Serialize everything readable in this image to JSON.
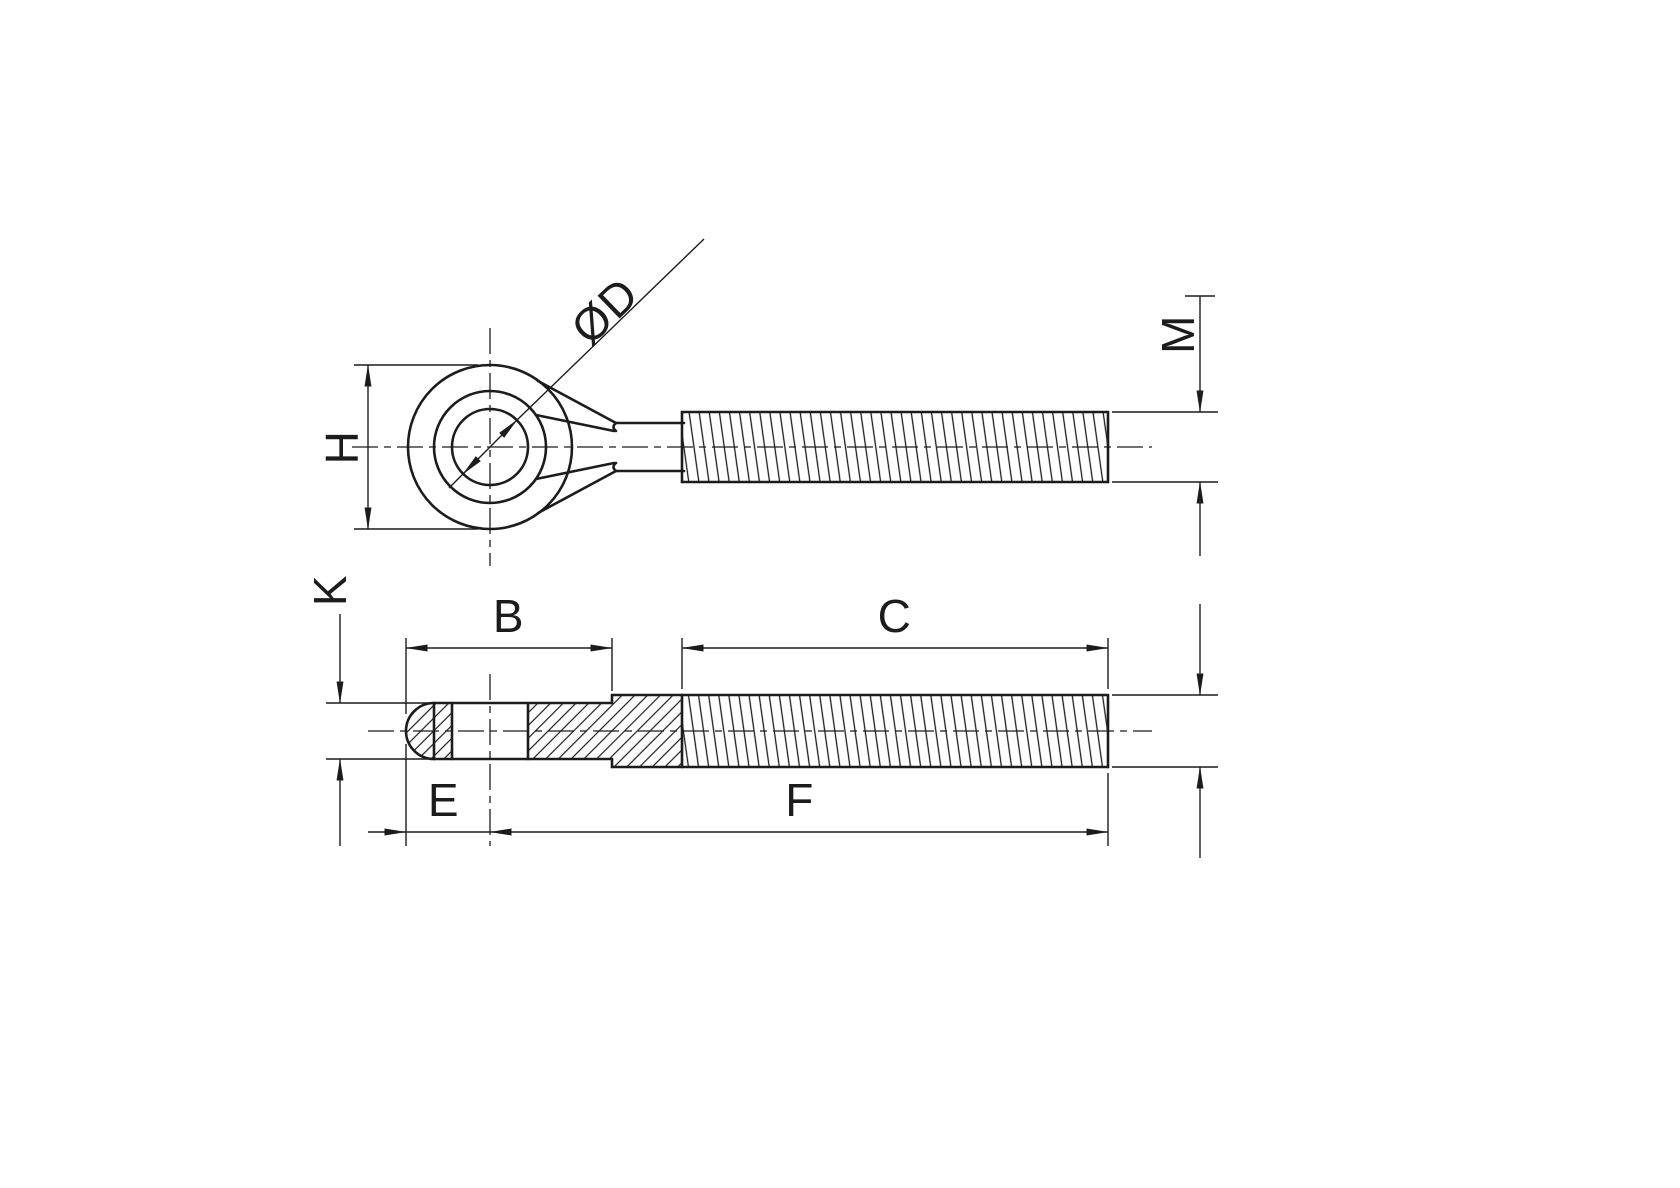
{
  "drawing": {
    "colors": {
      "line": "#1c1c1c",
      "background": "#ffffff"
    },
    "labels": {
      "hole_diameter": "ØD",
      "eye_height": "H",
      "thread_size": "M",
      "eye_thickness": "K",
      "eye_length": "B",
      "thread_length": "C",
      "end_to_center": "E",
      "shank_length": "F"
    }
  }
}
